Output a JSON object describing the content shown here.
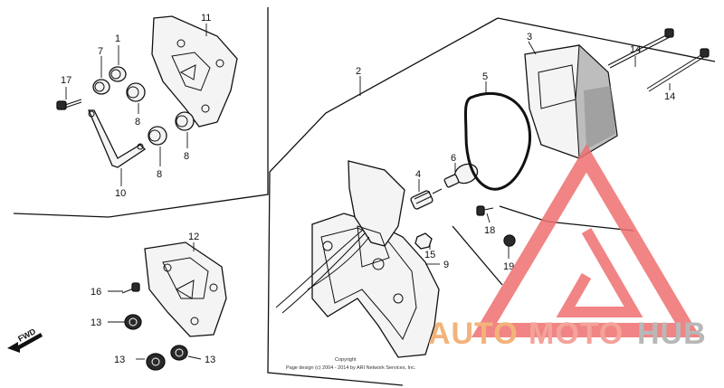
{
  "diagram": {
    "callouts": [
      {
        "id": "c1",
        "label": "1"
      },
      {
        "id": "c2",
        "label": "2"
      },
      {
        "id": "c3",
        "label": "3"
      },
      {
        "id": "c4",
        "label": "4"
      },
      {
        "id": "c5",
        "label": "5"
      },
      {
        "id": "c6",
        "label": "6"
      },
      {
        "id": "c7",
        "label": "7"
      },
      {
        "id": "c8a",
        "label": "8"
      },
      {
        "id": "c8b",
        "label": "8"
      },
      {
        "id": "c8c",
        "label": "8"
      },
      {
        "id": "c9",
        "label": "9"
      },
      {
        "id": "c10",
        "label": "10"
      },
      {
        "id": "c11",
        "label": "11"
      },
      {
        "id": "c12",
        "label": "12"
      },
      {
        "id": "c13a",
        "label": "13"
      },
      {
        "id": "c13b",
        "label": "13"
      },
      {
        "id": "c13c",
        "label": "13"
      },
      {
        "id": "c14a",
        "label": "14"
      },
      {
        "id": "c14b",
        "label": "14"
      },
      {
        "id": "c15",
        "label": "15"
      },
      {
        "id": "c16",
        "label": "16"
      },
      {
        "id": "c17",
        "label": "17"
      },
      {
        "id": "c18",
        "label": "18"
      },
      {
        "id": "c19",
        "label": "19"
      }
    ],
    "fwd_label": "FWD",
    "copyright_line1": "Copyright",
    "copyright_line2": "Page design (c) 2004 - 2014 by ARI Network Services, Inc."
  },
  "watermark": {
    "part1": "AUTO",
    "part2": "MOTO",
    "part3": "HUB",
    "colors": {
      "auto": "#f2b37a",
      "moto": "#f4a39a",
      "hub": "#b8b8b8",
      "triangle": "#ef6f6f"
    }
  }
}
